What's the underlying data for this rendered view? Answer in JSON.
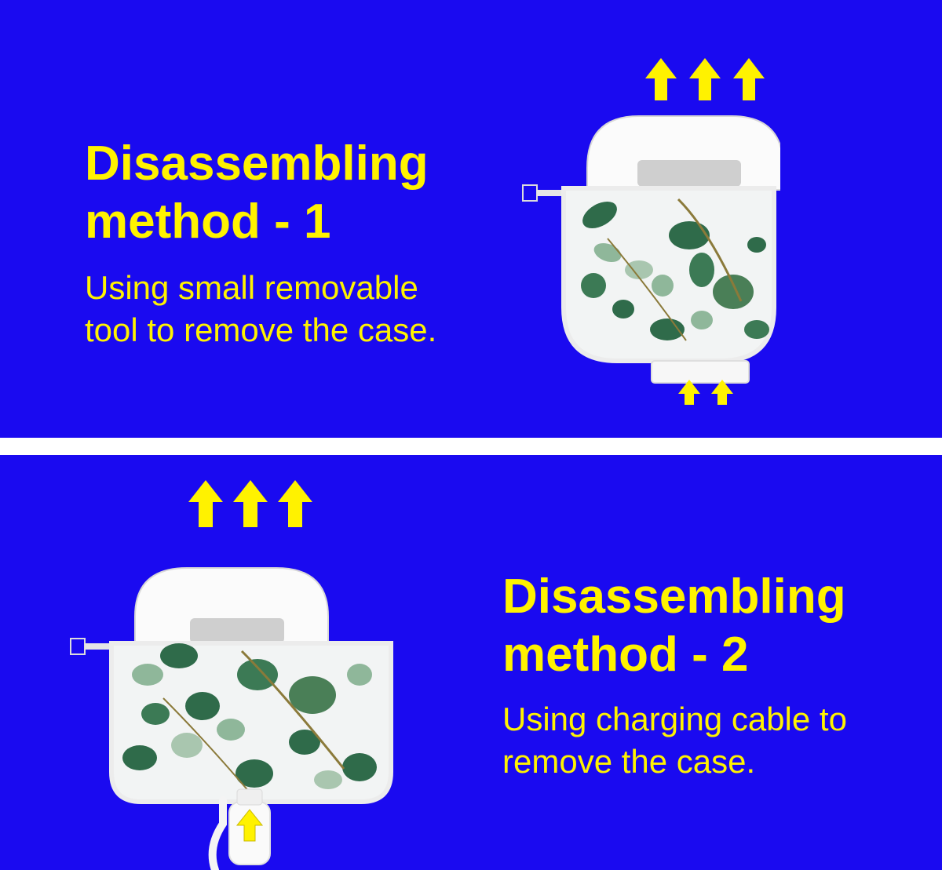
{
  "colors": {
    "background": "#1a0af0",
    "text": "#fff200",
    "arrow": "#fff200",
    "divider": "#ffffff",
    "leaf_dark": "#2f6b4a",
    "leaf_light": "#8fb79a"
  },
  "method_1": {
    "title_line1": "Disassembling",
    "title_line2": "method - 1",
    "desc_line1": "Using small removable",
    "desc_line2": "tool to remove the case.",
    "arrows": [
      "arrow-up-icon",
      "arrow-up-icon",
      "arrow-up-icon",
      "arrow-up-icon",
      "arrow-up-icon"
    ]
  },
  "method_2": {
    "title_line1": "Disassembling",
    "title_line2": "method - 2",
    "desc_line1": "Using charging cable to",
    "desc_line2": "remove the case.",
    "arrows": [
      "arrow-up-icon",
      "arrow-up-icon",
      "arrow-up-icon",
      "arrow-up-icon"
    ]
  }
}
